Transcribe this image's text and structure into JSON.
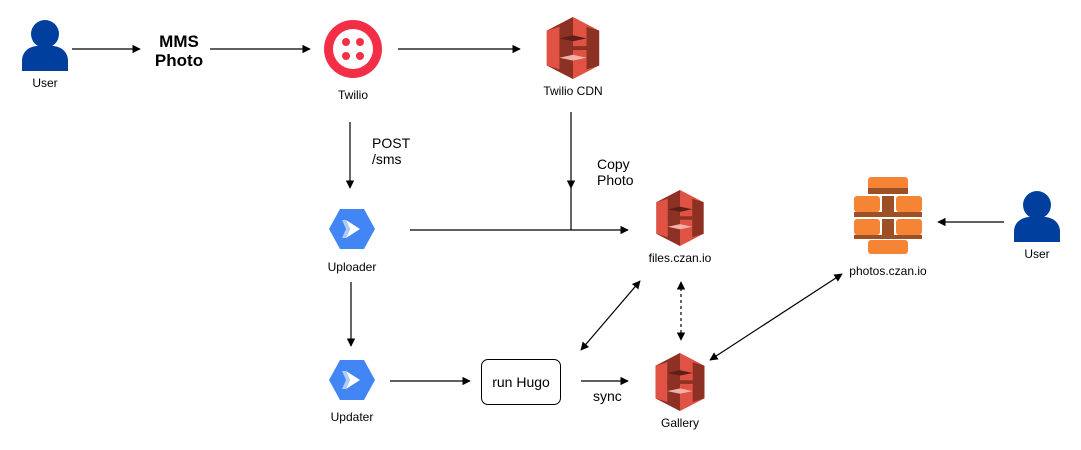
{
  "diagram": {
    "nodes": {
      "user_left": {
        "label": "User"
      },
      "mms_photo": {
        "line1": "MMS",
        "line2": "Photo"
      },
      "twilio": {
        "label": "Twilio"
      },
      "twilio_cdn": {
        "label": "Twilio CDN"
      },
      "uploader": {
        "label": "Uploader"
      },
      "updater": {
        "label": "Updater"
      },
      "run_hugo": {
        "label": "run Hugo"
      },
      "files": {
        "label": "files.czan.io"
      },
      "gallery": {
        "label": "Gallery"
      },
      "photos": {
        "label": "photos.czan.io"
      },
      "user_right": {
        "label": "User"
      }
    },
    "edge_labels": {
      "post_sms_line1": "POST",
      "post_sms_line2": "/sms",
      "copy_photo_line1": "Copy",
      "copy_photo_line2": "Photo",
      "sync": "sync"
    },
    "colors": {
      "user_blue": "#003f9e",
      "twilio_red": "#f22f46",
      "s3_red_dark": "#b3261e",
      "s3_red": "#e05243",
      "s3_red_light": "#f58536",
      "cloudfront_orange": "#f58534",
      "gcp_blue": "#4285f4"
    },
    "icons": {
      "user": "user-icon",
      "twilio": "twilio-logo-icon",
      "s3": "s3-bucket-icon",
      "cloudfront": "cloudfront-icon",
      "gcp": "cloud-run-icon"
    }
  }
}
